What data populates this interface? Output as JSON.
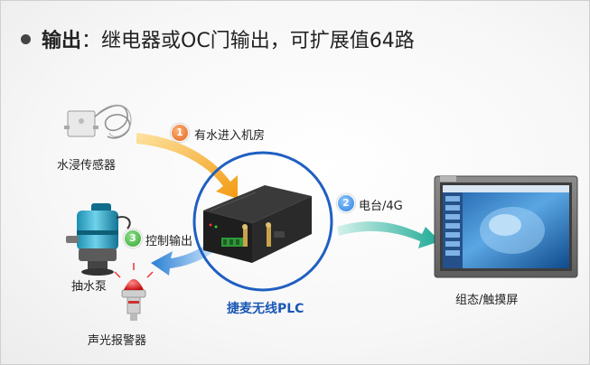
{
  "header": {
    "title_bold": "输出",
    "title_rest": "：继电器或OC门输出，可扩展值64路"
  },
  "nodes": {
    "sensor": {
      "label": "水浸传感器",
      "icon": "water-sensor-icon"
    },
    "pump": {
      "label": "抽水泵",
      "icon": "water-pump-icon"
    },
    "alarm": {
      "label": "声光报警器",
      "icon": "alarm-light-icon"
    },
    "plc": {
      "label": "捷麦无线PLC",
      "icon": "plc-device-icon"
    },
    "hmi": {
      "label": "组态/触摸屏",
      "icon": "touch-screen-icon"
    }
  },
  "steps": [
    {
      "number": "1",
      "label": "有水进入机房"
    },
    {
      "number": "2",
      "label": "电台/4G"
    },
    {
      "number": "3",
      "label": "控制输出"
    }
  ],
  "colors": {
    "arrow_orange": "#f5a41e",
    "arrow_teal": "#2bb3a1",
    "arrow_blue": "#2f86d6",
    "circle_blue": "#1f5fc2",
    "label_blue": "#1a58b5"
  }
}
